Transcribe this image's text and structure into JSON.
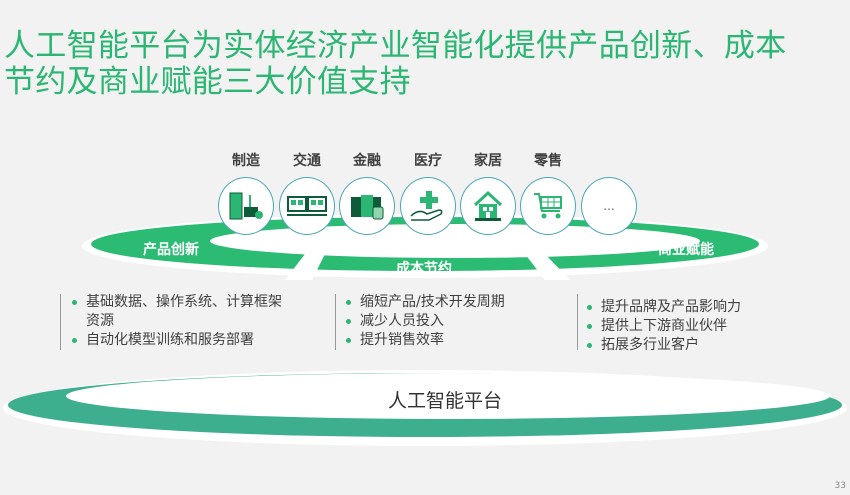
{
  "title": {
    "line1": "人工智能平台为实体经济产业智能化提供产品创新、成本",
    "line2": "节约及商业赋能三大价值支持"
  },
  "industries": [
    {
      "label": "制造",
      "icon": "factory-icon"
    },
    {
      "label": "交通",
      "icon": "train-icon"
    },
    {
      "label": "金融",
      "icon": "money-icon"
    },
    {
      "label": "医疗",
      "icon": "medical-hand-icon"
    },
    {
      "label": "家居",
      "icon": "house-icon"
    },
    {
      "label": "零售",
      "icon": "shopping-cart-icon"
    },
    {
      "label": "",
      "icon": "more-icon",
      "text": "..."
    }
  ],
  "segments": {
    "left": "产品创新",
    "middle": "成本节约",
    "right": "商业赋能"
  },
  "columns": [
    {
      "items": [
        "基础数据、操作系统、计算框架资源",
        "自动化模型训练和服务部署"
      ]
    },
    {
      "items": [
        "缩短产品/技术开发周期",
        "减少人员投入",
        "提升销售效率"
      ]
    },
    {
      "items": [
        "提升品牌及产品影响力",
        "提供上下游商业伙伴",
        "拓展多行业客户"
      ]
    }
  ],
  "platform": "人工智能平台",
  "page_number": "33",
  "colors": {
    "green": "#2bb673",
    "teal": "#3daf8f",
    "text": "#404040"
  }
}
